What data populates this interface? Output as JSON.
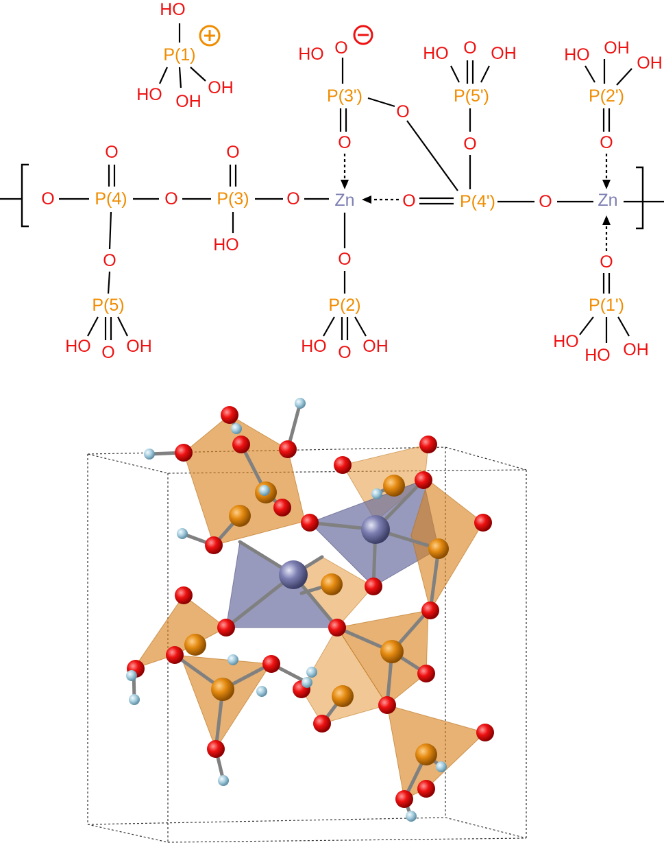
{
  "colors": {
    "phosphorus": "#f08c00",
    "oxygen": "#ee1111",
    "zinc": "#7d7fb2",
    "bond": "#000000",
    "hydrogen": "#a8cfe0"
  },
  "labels": {
    "P1": "P(1)",
    "P2": "P(2)",
    "P3": "P(3)",
    "P4": "P(4)",
    "P5": "P(5)",
    "P1p": "P(1')",
    "P2p": "P(2')",
    "P3p": "P(3')",
    "P4p": "P(4')",
    "P5p": "P(5')",
    "O": "O",
    "HO": "HO",
    "OH": "OH",
    "Zn": "Zn",
    "plus": "+",
    "minus": "−"
  },
  "structure_view": {
    "description_visible": false
  }
}
